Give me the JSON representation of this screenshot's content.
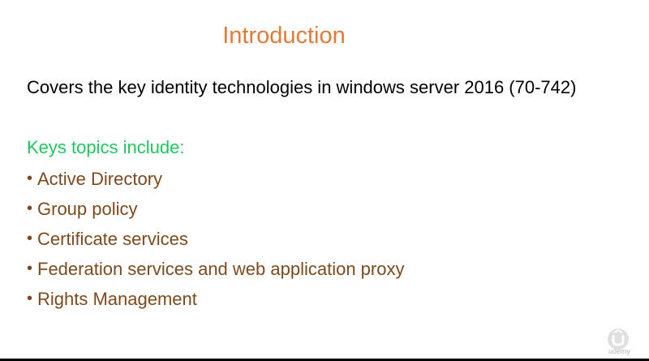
{
  "slide": {
    "title": "Introduction",
    "subtitle": "Covers the key identity technologies in windows server 2016 (70-742)",
    "topics_heading": "Keys topics include:",
    "topics": [
      "Active Directory",
      "Group policy",
      "Certificate services",
      "Federation services and web application proxy",
      "Rights Management"
    ],
    "bullet_symbol": "•"
  },
  "watermark": {
    "text": "udemy",
    "icon": "udemy-logo-icon"
  },
  "colors": {
    "title": "#e07b39",
    "subtitle": "#000000",
    "topics_heading": "#22c55e",
    "topic_items": "#7b4a1f",
    "background": "#ffffff"
  }
}
